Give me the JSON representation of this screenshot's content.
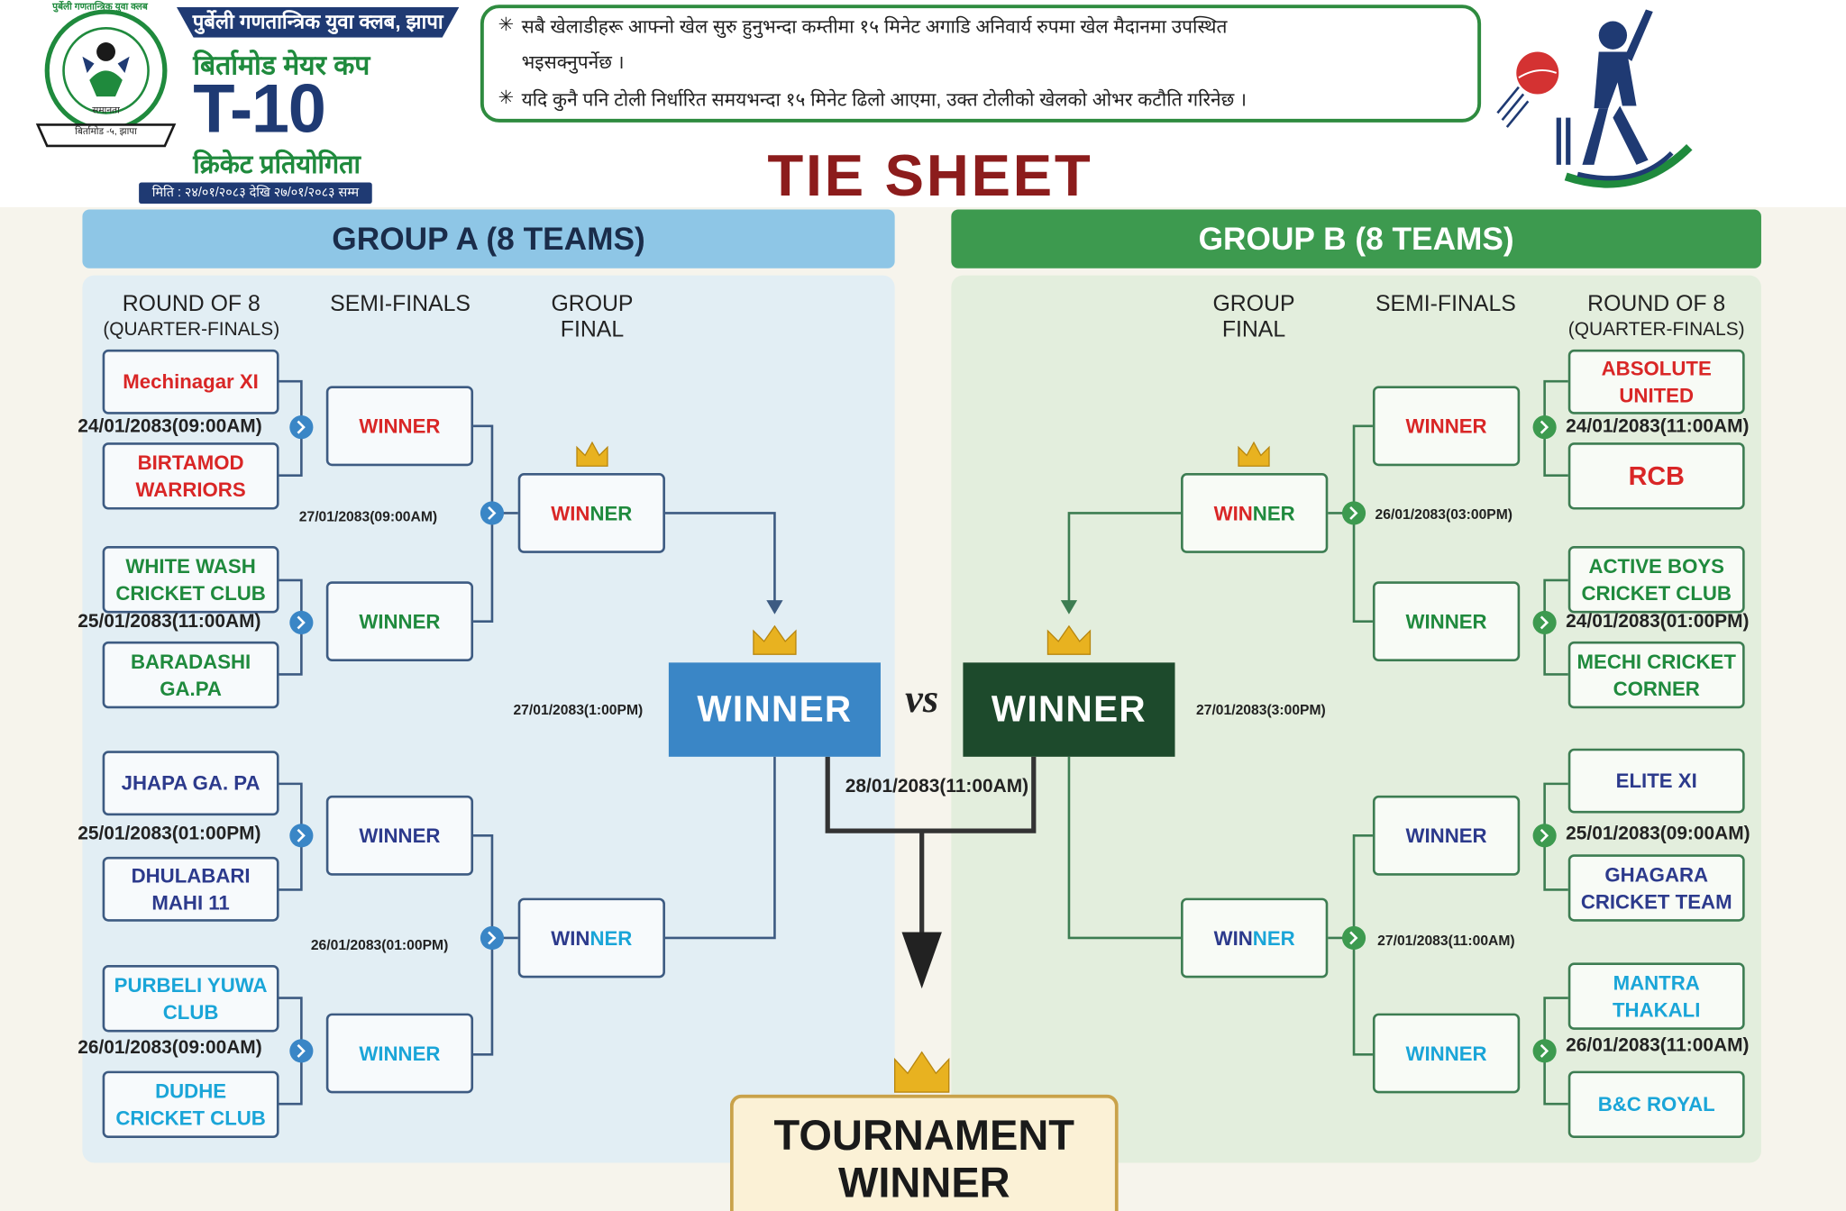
{
  "header": {
    "organizer": "पुर्बेली गणतान्त्रिक युवा क्लब, झापा",
    "cup_name": "बिर्तामोड मेयर कप",
    "format": "T-10",
    "competition": "क्रिकेट प्रतियोगिता",
    "date_range": "मिति : २४/०१/२०८३ देखि २७/०१/२०८३ सम्म",
    "logo_text_top": "पुर्बेली गणतान्त्रिक युवा क्लब",
    "logo_text_bottom": "बिर्तामोड -५, झापा",
    "logo_ribbon": "समानता"
  },
  "notice": {
    "line1": "सबै खेलाडीहरू आफ्नो खेल सुरु हुनुभन्दा कम्तीमा १५ मिनेट अगाडि अनिवार्य रुपमा खेल मैदानमा उपस्थित",
    "line1b": "भइसक्नुपर्नेछ ।",
    "line2": "यदि कुनै पनि टोली निर्धारित समयभन्दा १५ मिनेट ढिलो आएमा, उक्त टोलीको खेलको ओभर कटौति गरिनेछ ।",
    "bullet": "✳"
  },
  "title": "TIE SHEET",
  "groups": {
    "a": {
      "name": "GROUP A (8 TEAMS)",
      "col_qf": "ROUND OF 8",
      "col_qf_sub": "(QUARTER-FINALS)",
      "col_sf": "SEMI-FINALS",
      "col_gf1": "GROUP",
      "col_gf2": "FINAL",
      "teams": [
        "Mechinagar XI",
        "BIRTAMOD WARRIORS",
        "WHITE WASH CRICKET CLUB",
        "BARADASHI GA.PA",
        "JHAPA GA. PA",
        "DHULABARI MAHI 11",
        "PURBELI YUWA CLUB",
        "DUDHE CRICKET CLUB"
      ],
      "qf_dates": [
        "24/01/2083(09:00AM)",
        "25/01/2083(11:00AM)",
        "25/01/2083(01:00PM)",
        "26/01/2083(09:00AM)"
      ],
      "sf_dates": [
        "27/01/2083(09:00AM)",
        "26/01/2083(01:00PM)"
      ],
      "final_date": "27/01/2083(1:00PM)"
    },
    "b": {
      "name": "GROUP B (8 TEAMS)",
      "col_qf": "ROUND OF 8",
      "col_qf_sub": "(QUARTER-FINALS)",
      "col_sf": "SEMI-FINALS",
      "col_gf1": "GROUP",
      "col_gf2": "FINAL",
      "teams": [
        "ABSOLUTE UNITED",
        "RCB",
        "ACTIVE BOYS CRICKET CLUB",
        "MECHI CRICKET CORNER",
        "ELITE XI",
        "GHAGARA CRICKET TEAM",
        "MANTRA THAKALI",
        "B&C ROYAL"
      ],
      "qf_dates": [
        "24/01/2083(11:00AM)",
        "24/01/2083(01:00PM)",
        "25/01/2083(09:00AM)",
        "26/01/2083(11:00AM)"
      ],
      "sf_dates": [
        "26/01/2083(03:00PM)",
        "27/01/2083(11:00AM)"
      ],
      "final_date": "27/01/2083(3:00PM)"
    }
  },
  "winner_label": "WINNER",
  "winner_split_a": "WIN",
  "winner_split_b": "NER",
  "vs": "vs",
  "final_date": "28/01/2083(11:00AM)",
  "tournament_winner_1": "TOURNAMENT",
  "tournament_winner_2": "WINNER",
  "colors": {
    "group_a": "#8ec6e6",
    "group_b": "#3d9a4f",
    "title": "#8c1c1c",
    "navy": "#1f3a73"
  }
}
